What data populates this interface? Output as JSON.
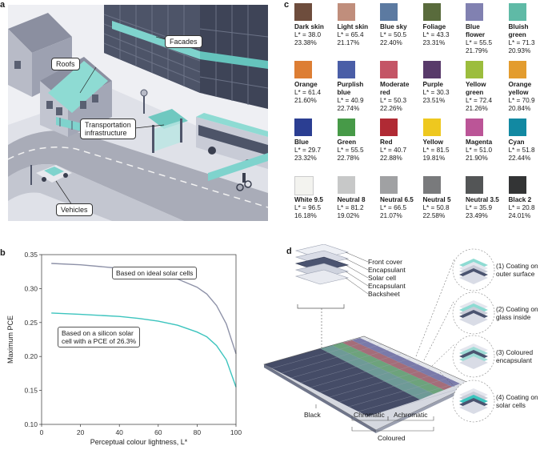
{
  "panels": {
    "a": "a",
    "b": "b",
    "c": "c",
    "d": "d"
  },
  "panel_a": {
    "labels": {
      "roofs": "Roofs",
      "facades": "Facades",
      "transport": "Transportation\ninfrastructure",
      "vehicles": "Vehicles"
    }
  },
  "chart_data": {
    "type": "line",
    "xlabel": "Perceptual colour lightness, L*",
    "ylabel": "Maximum PCE",
    "xlim": [
      0,
      100
    ],
    "ylim": [
      0.1,
      0.35
    ],
    "xticks": [
      0,
      20,
      40,
      60,
      80,
      100
    ],
    "yticks": [
      0.1,
      0.15,
      0.2,
      0.25,
      0.3,
      0.35
    ],
    "series": [
      {
        "name": "Based on ideal solar cells",
        "color": "#8e92a8",
        "x": [
          5,
          20,
          40,
          50,
          60,
          70,
          80,
          85,
          90,
          95,
          100
        ],
        "y": [
          0.337,
          0.335,
          0.33,
          0.327,
          0.322,
          0.314,
          0.302,
          0.292,
          0.275,
          0.248,
          0.204
        ]
      },
      {
        "name": "Based on a silicon solar cell with a PCE of 26.3%",
        "color": "#3cc4be",
        "x": [
          5,
          20,
          40,
          50,
          60,
          70,
          80,
          85,
          90,
          95,
          100
        ],
        "y": [
          0.264,
          0.262,
          0.259,
          0.256,
          0.252,
          0.246,
          0.236,
          0.229,
          0.216,
          0.195,
          0.155
        ]
      }
    ],
    "annotations": [
      "Based on ideal solar cells",
      "Based on a silicon solar\ncell with a PCE of 26.3%"
    ]
  },
  "panel_c": {
    "swatches": [
      {
        "name": "Dark skin",
        "L": "L* = 38.0",
        "pce": "23.38%",
        "color": "#6e4d3d"
      },
      {
        "name": "Light skin",
        "L": "L* = 65.4",
        "pce": "21.17%",
        "color": "#c08e7c"
      },
      {
        "name": "Blue sky",
        "L": "L* = 50.5",
        "pce": "22.40%",
        "color": "#5c7aa1"
      },
      {
        "name": "Foliage",
        "L": "L* = 43.3",
        "pce": "23.31%",
        "color": "#596b3c"
      },
      {
        "name": "Blue\nflower",
        "L": "L* = 55.5",
        "pce": "21.79%",
        "color": "#8181b1"
      },
      {
        "name": "Bluish\ngreen",
        "L": "L* = 71.3",
        "pce": "20.93%",
        "color": "#5fbaa6"
      },
      {
        "name": "Orange",
        "L": "L* = 61.4",
        "pce": "21.60%",
        "color": "#dd7e34"
      },
      {
        "name": "Purplish\nblue",
        "L": "L* = 40.9",
        "pce": "22.74%",
        "color": "#4a5ea7"
      },
      {
        "name": "Moderate\nred",
        "L": "L* = 50.3",
        "pce": "22.26%",
        "color": "#c45566"
      },
      {
        "name": "Purple",
        "L": "L* = 30.3",
        "pce": "23.51%",
        "color": "#583a6a"
      },
      {
        "name": "Yellow\ngreen",
        "L": "L* = 72.4",
        "pce": "21.26%",
        "color": "#9cbd3d"
      },
      {
        "name": "Orange\nyellow",
        "L": "L* = 70.9",
        "pce": "20.84%",
        "color": "#e39c2e"
      },
      {
        "name": "Blue",
        "L": "L* = 29.7",
        "pce": "23.32%",
        "color": "#2b3e92"
      },
      {
        "name": "Green",
        "L": "L* = 55.5",
        "pce": "22.78%",
        "color": "#479a48"
      },
      {
        "name": "Red",
        "L": "L* = 40.7",
        "pce": "22.88%",
        "color": "#b02a34"
      },
      {
        "name": "Yellow",
        "L": "L* = 81.5",
        "pce": "19.81%",
        "color": "#eec81f"
      },
      {
        "name": "Magenta",
        "L": "L* = 51.0",
        "pce": "21.90%",
        "color": "#bb5597"
      },
      {
        "name": "Cyan",
        "L": "L* = 51.8",
        "pce": "22.44%",
        "color": "#1289a2"
      },
      {
        "name": "White 9.5",
        "L": "L* = 96.5",
        "pce": "16.18%",
        "color": "#f3f3ef"
      },
      {
        "name": "Neutral 8",
        "L": "L* = 81.2",
        "pce": "19.02%",
        "color": "#c7c8c8"
      },
      {
        "name": "Neutral 6.5",
        "L": "L* = 66.5",
        "pce": "21.07%",
        "color": "#a0a1a3"
      },
      {
        "name": "Neutral 5",
        "L": "L* = 50.8",
        "pce": "22.58%",
        "color": "#797a7c"
      },
      {
        "name": "Neutral 3.5",
        "L": "L* = 35.9",
        "pce": "23.49%",
        "color": "#535556"
      },
      {
        "name": "Black 2",
        "L": "L* = 20.8",
        "pce": "24.01%",
        "color": "#333435"
      }
    ]
  },
  "panel_d": {
    "layers": [
      "Front cover",
      "Encapsulant",
      "Solar cell",
      "Encapsulant",
      "Backsheet"
    ],
    "bottom_labels": {
      "black": "Black",
      "chromatic": "Chromatic",
      "achromatic": "Achromatic",
      "coloured": "Coloured"
    },
    "options": [
      "(1) Coating on\nouter surface",
      "(2) Coating on\nglass inside",
      "(3) Coloured\nencapsulant",
      "(4) Coating on\nsolar cells"
    ]
  }
}
